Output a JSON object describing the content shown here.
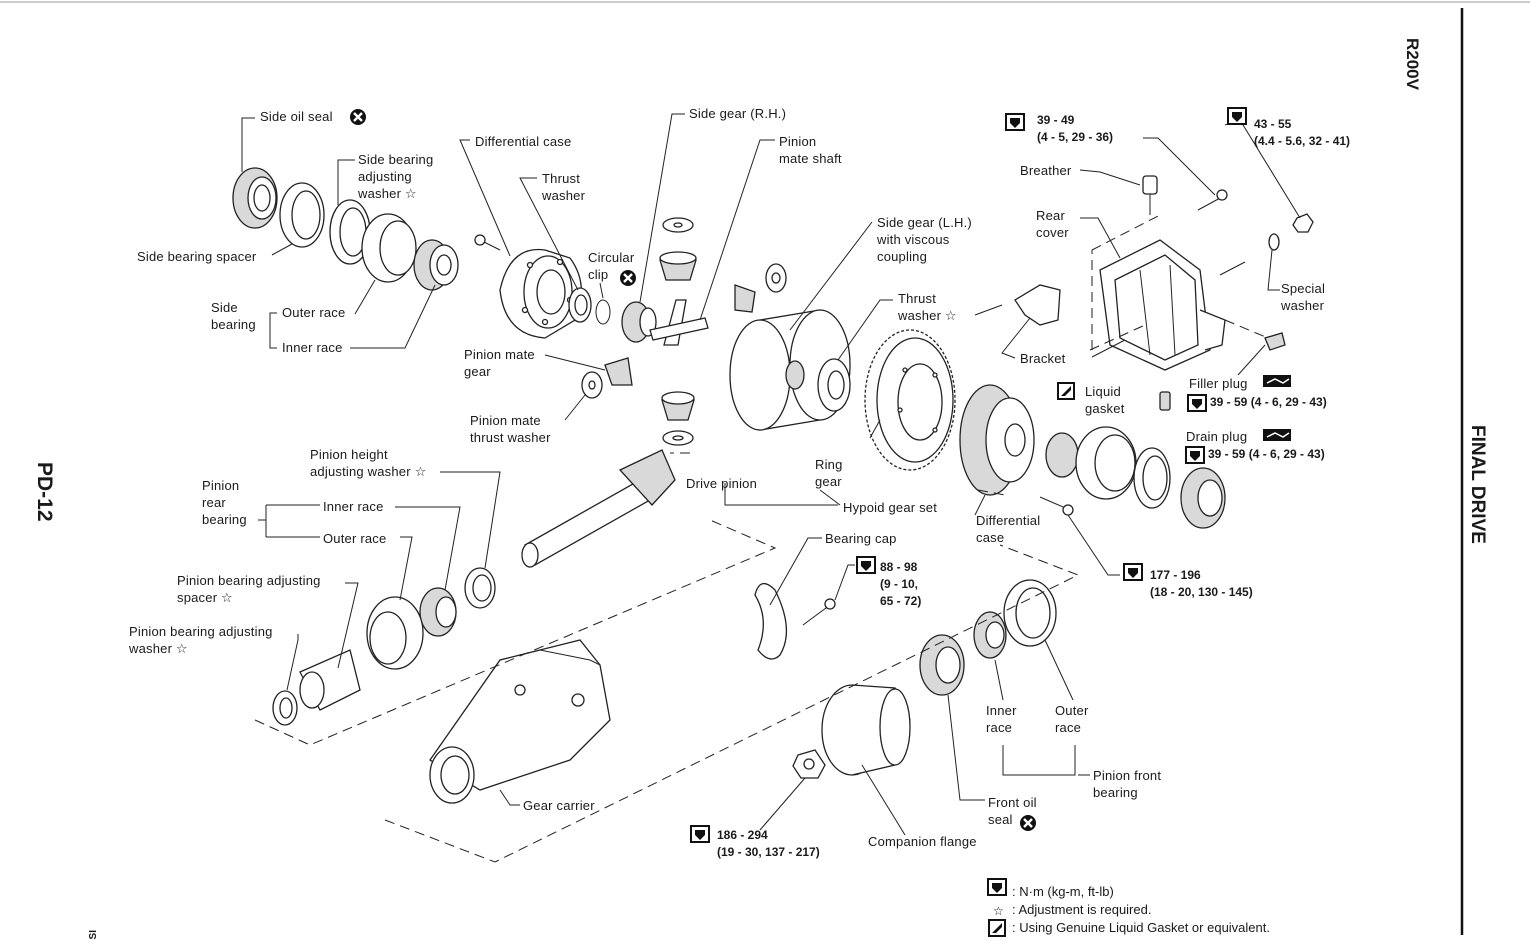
{
  "header": {
    "model": "R200V",
    "section": "FINAL DRIVE",
    "page": "PD-12",
    "corner_mark": "SI"
  },
  "labels": {
    "side_oil_seal": "Side oil seal",
    "side_bearing_adjusting_washer": "Side bearing\nadjusting\nwasher ☆",
    "side_bearing_spacer": "Side bearing spacer",
    "side_bearing": "Side\nbearing",
    "outer_race_l": "Outer race",
    "inner_race_l": "Inner race",
    "differential_case_top": "Differential case",
    "thrust_washer": "Thrust\nwasher",
    "circular_clip": "Circular\nclip",
    "side_gear_rh": "Side gear (R.H.)",
    "pinion_mate_shaft": "Pinion\nmate shaft",
    "pinion_mate_gear": "Pinion mate\ngear",
    "pinion_mate_thrust_washer": "Pinion mate\nthrust washer",
    "side_gear_lh": "Side gear (L.H.)\nwith viscous\ncoupling",
    "thrust_washer_adj": "Thrust\nwasher ☆",
    "breather": "Breather",
    "rear_cover": "Rear\ncover",
    "bracket": "Bracket",
    "liquid_gasket": "Liquid\ngasket",
    "special_washer": "Special\nwasher",
    "filler_plug": "Filler plug",
    "drain_plug": "Drain plug",
    "pinion_height_adjusting_washer": "Pinion height\nadjusting washer ☆",
    "pinion_rear_bearing": "Pinion\nrear\nbearing",
    "inner_race_p": "Inner race",
    "outer_race_p": "Outer race",
    "pinion_bearing_adjusting_spacer": "Pinion bearing adjusting\nspacer ☆",
    "pinion_bearing_adjusting_washer": "Pinion bearing adjusting\nwasher ☆",
    "drive_pinion": "Drive pinion",
    "ring_gear": "Ring\ngear",
    "hypoid_gear_set": "Hypoid gear set",
    "differential_case_right": "Differential\ncase",
    "bearing_cap": "Bearing cap",
    "gear_carrier": "Gear carrier",
    "inner_race_f": "Inner\nrace",
    "outer_race_f": "Outer\nrace",
    "pinion_front_bearing": "Pinion front\nbearing",
    "front_oil_seal": "Front oil\nseal",
    "companion_flange": "Companion flange"
  },
  "torques": {
    "breather_bolt": "39 - 49\n(4 - 5, 29 - 36)",
    "cover_nut": "43 - 55\n(4.4 - 5.6, 32 - 41)",
    "filler_plug": "39 - 59 (4 - 6, 29 - 43)",
    "drain_plug": "39 - 59 (4 - 6, 29 - 43)",
    "ring_gear_bolt": "177 - 196\n(18 - 20, 130 - 145)",
    "bearing_cap_bolt": "88 - 98\n(9 - 10,\n65 - 72)",
    "pinion_nut": "186 - 294\n(19 - 30, 137 - 217)"
  },
  "legend": {
    "torque": ": N·m (kg-m, ft-lb)",
    "adjustment": ": Adjustment is required.",
    "gasket": ": Using Genuine Liquid Gasket or equivalent."
  },
  "icons": {
    "torque": "torque-wrench-icon",
    "replace": "replace-x-icon",
    "gasket": "liquid-gasket-icon",
    "sealant": "sealant-icon",
    "adjust": "star-icon"
  }
}
